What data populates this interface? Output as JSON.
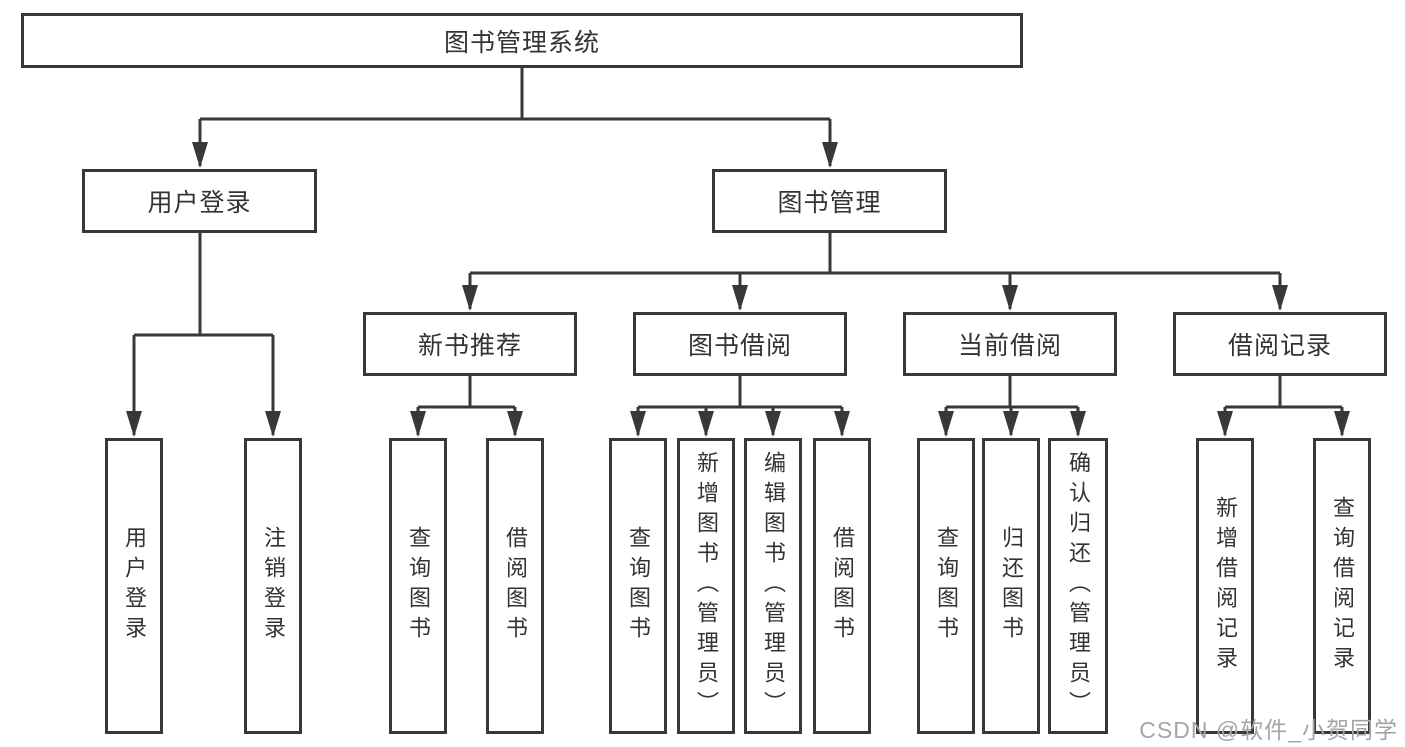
{
  "colors": {
    "line": "#383838",
    "text": "#333333",
    "watermark": "#a5a5a5",
    "background": "#ffffff"
  },
  "watermark": {
    "text": "CSDN @软件_小贺同学"
  },
  "tree": {
    "root": {
      "label": "图书管理系统",
      "children": [
        {
          "label": "用户登录",
          "children": [
            {
              "label": "用户登录"
            },
            {
              "label": "注销登录"
            }
          ]
        },
        {
          "label": "图书管理",
          "children": [
            {
              "label": "新书推荐",
              "children": [
                {
                  "label": "查询图书"
                },
                {
                  "label": "借阅图书"
                }
              ]
            },
            {
              "label": "图书借阅",
              "children": [
                {
                  "label": "查询图书"
                },
                {
                  "label": "新增图书（管理员）"
                },
                {
                  "label": "编辑图书（管理员）"
                },
                {
                  "label": "借阅图书"
                }
              ]
            },
            {
              "label": "当前借阅",
              "children": [
                {
                  "label": "查询图书"
                },
                {
                  "label": "归还图书"
                },
                {
                  "label": "确认归还（管理员）"
                }
              ]
            },
            {
              "label": "借阅记录",
              "children": [
                {
                  "label": "新增借阅记录"
                },
                {
                  "label": "查询借阅记录"
                }
              ]
            }
          ]
        }
      ]
    }
  }
}
